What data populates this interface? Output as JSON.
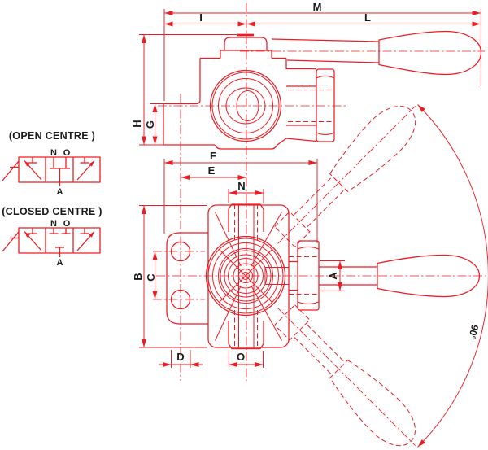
{
  "drawing": {
    "stroke_color": "#ED1C24",
    "label_color": "#1a1a1a",
    "schematic_open": {
      "title": "(OPEN CENTRE )",
      "port_n": "N",
      "port_o": "O",
      "port_a": "A"
    },
    "schematic_closed": {
      "title": "(CLOSED CENTRE )",
      "port_n": "N",
      "port_o": "O",
      "port_a": "A"
    },
    "top_view": {
      "dim_m": "M",
      "dim_i": "I",
      "dim_l": "L",
      "dim_h": "H",
      "dim_g": "G"
    },
    "front_view": {
      "dim_f": "F",
      "dim_e": "E",
      "dim_n": "N",
      "dim_b": "B",
      "dim_c": "C",
      "dim_a": "A",
      "dim_d": "D",
      "dim_o": "O",
      "angle": "90°"
    }
  }
}
